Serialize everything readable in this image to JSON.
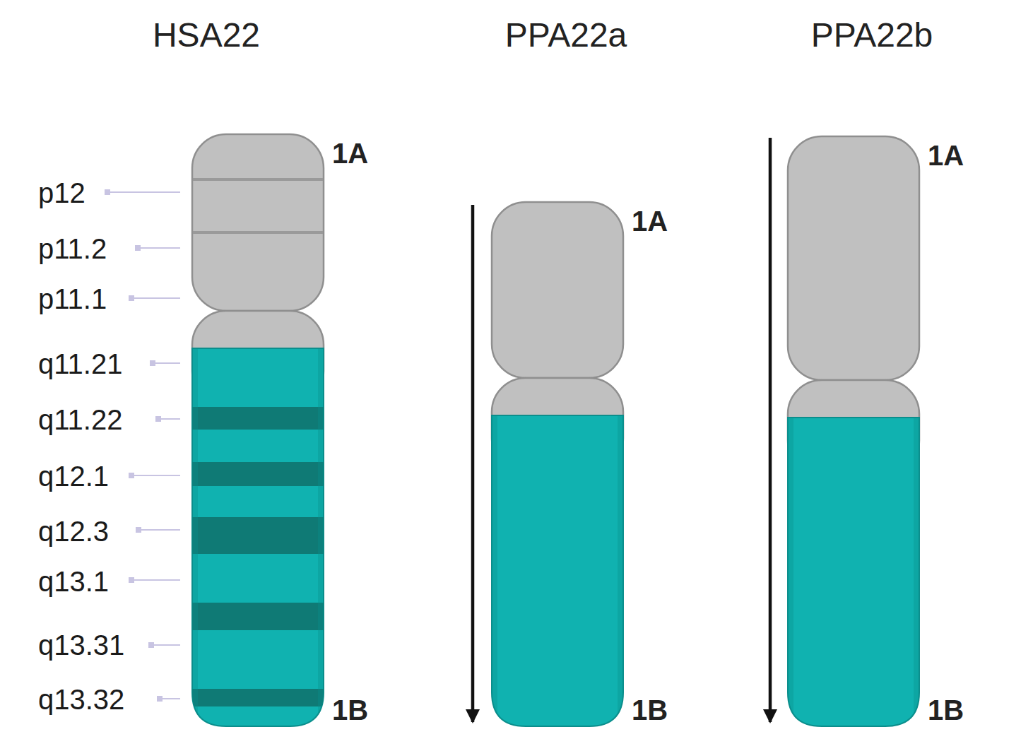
{
  "diagram": {
    "nodes": [
      {
        "text": [
          "HSA22",
          "1A",
          "1B"
        ]
      },
      {
        "text": [
          "PPA22a",
          "1A",
          "1B"
        ]
      },
      {
        "text": [
          "PPA22b",
          "1A",
          "1B"
        ]
      }
    ],
    "labels": [
      "p12",
      "p11.2",
      "p11.1",
      "q11.21",
      "q11.22",
      "q12.1",
      "q12.3",
      "q13.1",
      "q13.31",
      "q13.32"
    ]
  }
}
